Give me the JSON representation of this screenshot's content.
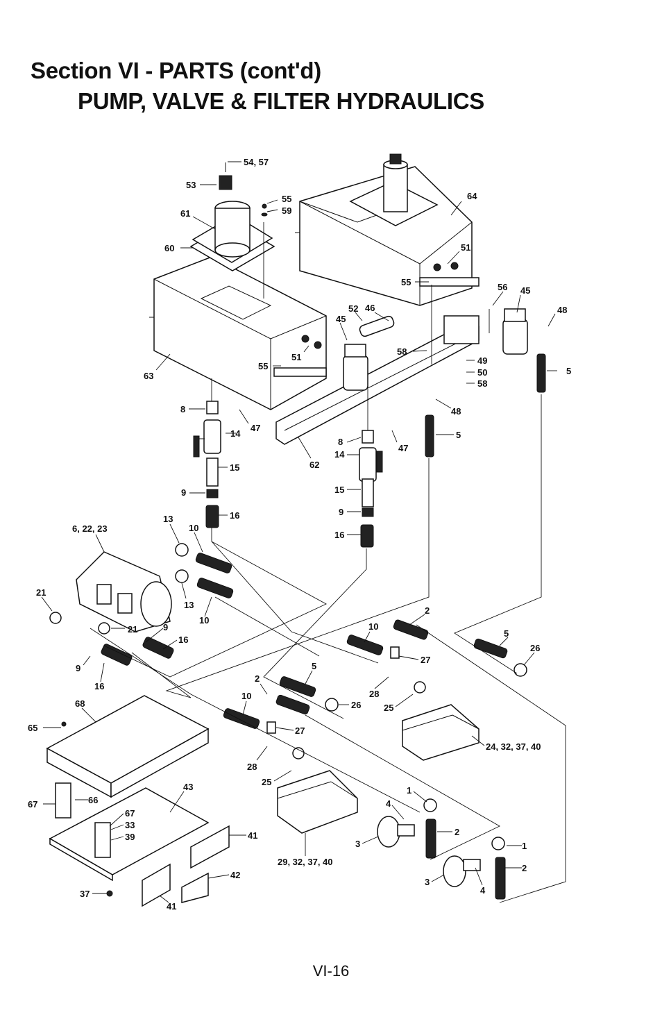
{
  "header": {
    "section_title": "Section VI - PARTS (cont'd)",
    "subtitle": "PUMP, VALVE & FILTER HYDRAULICS"
  },
  "footer": {
    "page_number": "VI-16"
  },
  "callouts": {
    "c54_57": "54, 57",
    "c53": "53",
    "c55a": "55",
    "c59": "59",
    "c61": "61",
    "c60": "60",
    "c64": "64",
    "c51a": "51",
    "c55b": "55",
    "c56": "56",
    "c45a": "45",
    "c48a": "48",
    "c52": "52",
    "c46": "46",
    "c45b": "45",
    "c58a": "58",
    "c49": "49",
    "c50": "50",
    "c58b": "58",
    "c5a": "5",
    "c51b": "51",
    "c55c": "55",
    "c63": "63",
    "c48b": "48",
    "c8a": "8",
    "c47a": "47",
    "c14a": "14",
    "c5b": "5",
    "c62": "62",
    "c8b": "8",
    "c47b": "47",
    "c14b": "14",
    "c15a": "15",
    "c15b": "15",
    "c9a": "9",
    "c9b": "9",
    "c16a": "16",
    "c16b": "16",
    "c6_22_23": "6, 22, 23",
    "c13a": "13",
    "c10a": "10",
    "c13b": "13",
    "c10b": "10",
    "c21a": "21",
    "c21b": "21",
    "c9c": "9",
    "c16c": "16",
    "c9d": "9",
    "c16d": "16",
    "c2a": "2",
    "c10c": "10",
    "c27a": "27",
    "c5c": "5",
    "c26a": "26",
    "c28a": "28",
    "c25a": "25",
    "c24_32_37_40": "24, 32, 37, 40",
    "c2b": "2",
    "c5d": "5",
    "c26b": "26",
    "c10d": "10",
    "c27b": "27",
    "c28b": "28",
    "c25b": "25",
    "c29_32_37_40": "29, 32, 37, 40",
    "c68": "68",
    "c65": "65",
    "c67a": "67",
    "c66": "66",
    "c43": "43",
    "c67b": "67",
    "c33": "33",
    "c39": "39",
    "c41a": "41",
    "c42": "42",
    "c37": "37",
    "c41b": "41",
    "c1a": "1",
    "c4a": "4",
    "c3a": "3",
    "c2c": "2",
    "c1b": "1",
    "c2d": "2",
    "c3b": "3",
    "c4b": "4"
  }
}
